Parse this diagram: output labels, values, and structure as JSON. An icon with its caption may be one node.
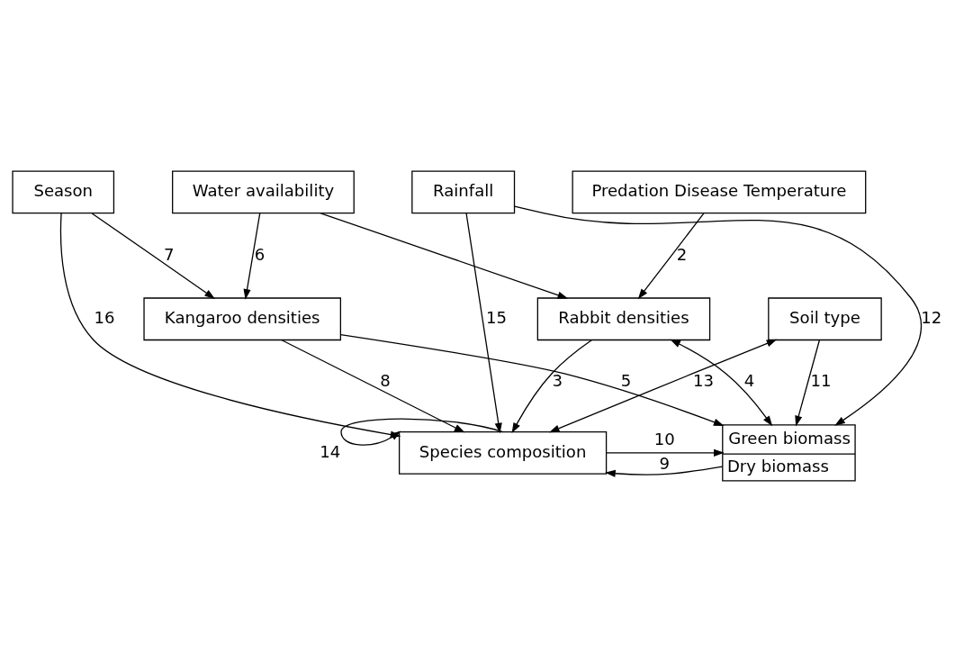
{
  "diagram": {
    "nodes": [
      {
        "text": [
          "Rainfall"
        ]
      },
      {
        "text": [
          "Predation Disease Temperature"
        ]
      },
      {
        "text": [
          "Soil type"
        ]
      },
      {
        "text": [
          "Rabbit densities"
        ]
      },
      {
        "text": [
          "Species composition"
        ]
      },
      {
        "text": [
          "Green biomass",
          "Dry biomass"
        ]
      },
      {
        "text": [
          "Kangaroo densities"
        ]
      },
      {
        "text": [
          "Season"
        ]
      },
      {
        "text": [
          "Water availability"
        ]
      }
    ],
    "edges": [
      {
        "from": 8,
        "to": 3,
        "arrow": "to"
      },
      {
        "from": 1,
        "to": 3,
        "label": "2",
        "arrow": "to"
      },
      {
        "from": 3,
        "to": 4,
        "label": "3",
        "arrow": "to"
      },
      {
        "from": 3,
        "to": 5,
        "label": "4",
        "arrow": "both"
      },
      {
        "from": 6,
        "to": 5,
        "label": "5",
        "arrow": "to"
      },
      {
        "from": 8,
        "to": 6,
        "label": "6",
        "arrow": "to"
      },
      {
        "from": 7,
        "to": 6,
        "label": "7",
        "arrow": "to"
      },
      {
        "from": 6,
        "to": 4,
        "label": "8",
        "arrow": "to"
      },
      {
        "from": 5,
        "to": 4,
        "label": "9",
        "arrow": "to"
      },
      {
        "from": 4,
        "to": 5,
        "label": "10",
        "arrow": "to"
      },
      {
        "from": 2,
        "to": 5,
        "label": "11",
        "arrow": "to"
      },
      {
        "from": 0,
        "to": 5,
        "label": "12",
        "arrow": "to"
      },
      {
        "from": 2,
        "to": 4,
        "label": "13",
        "arrow": "both"
      },
      {
        "from": 4,
        "to": 4,
        "label": "14",
        "arrow": "to"
      },
      {
        "from": 0,
        "to": 4,
        "label": "15",
        "arrow": "to"
      },
      {
        "from": 7,
        "to": 4,
        "label": "16",
        "arrow": "to"
      }
    ]
  }
}
